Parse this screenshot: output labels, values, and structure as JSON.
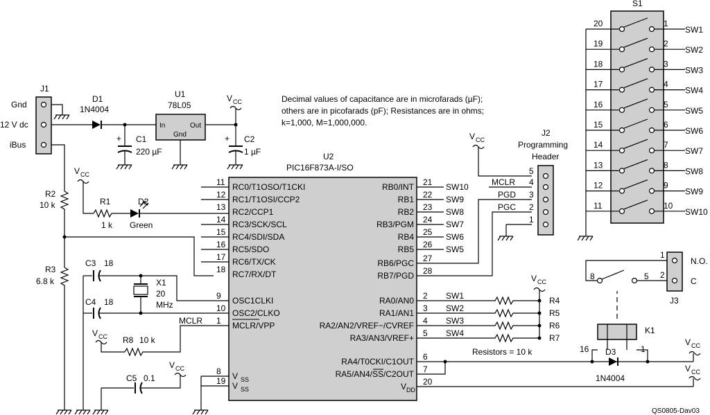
{
  "note": {
    "line1": "Decimal values of capacitance are in microfarads (µF);",
    "line2": "others are in picofarads (pF); Resistances are in ohms;",
    "line3": "k=1,000, M=1,000,000."
  },
  "ref_code": "QS0805-Dav03",
  "j1": {
    "ref": "J1",
    "pins": [
      "Gnd",
      "12 V dc",
      "iBus"
    ]
  },
  "d1": {
    "ref": "D1",
    "part": "1N4004"
  },
  "u1": {
    "ref": "U1",
    "part": "78L05",
    "in": "In",
    "out": "Out",
    "gnd": "Gnd"
  },
  "c1": {
    "ref": "C1",
    "value": "220 µF"
  },
  "c2": {
    "ref": "C2",
    "value": "1 µF"
  },
  "vcc": {
    "v": "V",
    "sub": "CC"
  },
  "r1": {
    "ref": "R1",
    "value": "1 k"
  },
  "r2": {
    "ref": "R2",
    "value": "10 k"
  },
  "r3": {
    "ref": "R3",
    "value": "6.8 k"
  },
  "r8": {
    "ref": "R8",
    "value": "10 k"
  },
  "d2": {
    "ref": "D2",
    "value": "Green"
  },
  "c3": {
    "ref": "C3",
    "value": "18"
  },
  "c4": {
    "ref": "C4",
    "value": "18"
  },
  "c5": {
    "ref": "C5",
    "value": "0.1"
  },
  "x1": {
    "ref": "X1",
    "value1": "20",
    "value2": "MHz"
  },
  "u2": {
    "ref": "U2",
    "part": "PIC16F873A-I/SO",
    "left_pins": [
      {
        "num": "11",
        "name": "RC0/T1OSO/T1CKI"
      },
      {
        "num": "12",
        "name": "RC1/T1OSI/CCP2"
      },
      {
        "num": "13",
        "name": "RC2/CCP1"
      },
      {
        "num": "14",
        "name": "RC3/SCK/SCL"
      },
      {
        "num": "15",
        "name": "RC4/SDI/SDA"
      },
      {
        "num": "16",
        "name": "RC5/SDO"
      },
      {
        "num": "17",
        "name": "RC6/TX/CK"
      },
      {
        "num": "18",
        "name": "RC7/RX/DT"
      },
      {
        "num": "9",
        "name": "OSC1CLKI"
      },
      {
        "num": "10",
        "name": "OSC2/CLKO"
      },
      {
        "num": "1",
        "name": "MCLR/VPP"
      },
      {
        "num": "8",
        "name": "V"
      },
      {
        "num": "19",
        "name": "V"
      }
    ],
    "vss_sub": "SS",
    "right_pins": [
      {
        "num": "21",
        "name": "RB0/INT"
      },
      {
        "num": "22",
        "name": "RB1"
      },
      {
        "num": "23",
        "name": "RB2"
      },
      {
        "num": "24",
        "name": "RB3/PGM"
      },
      {
        "num": "25",
        "name": "RB4"
      },
      {
        "num": "26",
        "name": "RB5"
      },
      {
        "num": "27",
        "name": "RB6/PGC"
      },
      {
        "num": "28",
        "name": "RB7/PGD"
      },
      {
        "num": "2",
        "name": "RA0/AN0"
      },
      {
        "num": "3",
        "name": "RA1/AN1"
      },
      {
        "num": "4",
        "name": "RA2/AN2/VREF−/CVREF"
      },
      {
        "num": "5",
        "name": "RA3/AN3/VREF+"
      },
      {
        "num": "6",
        "name": "RA4/T0CKI/C1OUT"
      },
      {
        "num": "7",
        "name": "RA5/AN4/SS/C2OUT"
      },
      {
        "num": "20",
        "name": "V"
      }
    ],
    "vdd_sub": "DD"
  },
  "rb_sw": [
    "SW10",
    "SW9",
    "SW8",
    "SW7",
    "SW6",
    "SW5"
  ],
  "ra_sw": [
    "SW1",
    "SW2",
    "SW3",
    "SW4"
  ],
  "ra_res": [
    "R4",
    "R5",
    "R6",
    "R7"
  ],
  "res_note": "Resistors = 10 k",
  "mclr_net": "MCLR",
  "j2": {
    "ref": "J2",
    "title1": "Programming",
    "title2": "Header",
    "pins": [
      {
        "num": "5",
        "net": ""
      },
      {
        "num": "4",
        "net": "MCLR"
      },
      {
        "num": "3",
        "net": "PGD"
      },
      {
        "num": "2",
        "net": "PGC"
      },
      {
        "num": "1",
        "net": ""
      }
    ]
  },
  "s1": {
    "ref": "S1",
    "left_nums": [
      "20",
      "19",
      "18",
      "17",
      "16",
      "15",
      "14",
      "13",
      "12",
      "11"
    ],
    "right_nums": [
      "1",
      "2",
      "3",
      "4",
      "5",
      "6",
      "7",
      "8",
      "9",
      "10"
    ],
    "labels": [
      "SW1",
      "SW2",
      "SW3",
      "SW4",
      "SW5",
      "SW6",
      "SW7",
      "SW8",
      "SW9",
      "SW10"
    ]
  },
  "j3": {
    "ref": "J3",
    "pins": [
      {
        "num": "1",
        "label": "N.O."
      },
      {
        "num": "2",
        "label": "C"
      }
    ]
  },
  "k1": {
    "ref": "K1",
    "pin8": "8",
    "pin5": "5",
    "pin16": "16",
    "pin1": "1"
  },
  "d3": {
    "ref": "D3",
    "part": "1N4004"
  }
}
